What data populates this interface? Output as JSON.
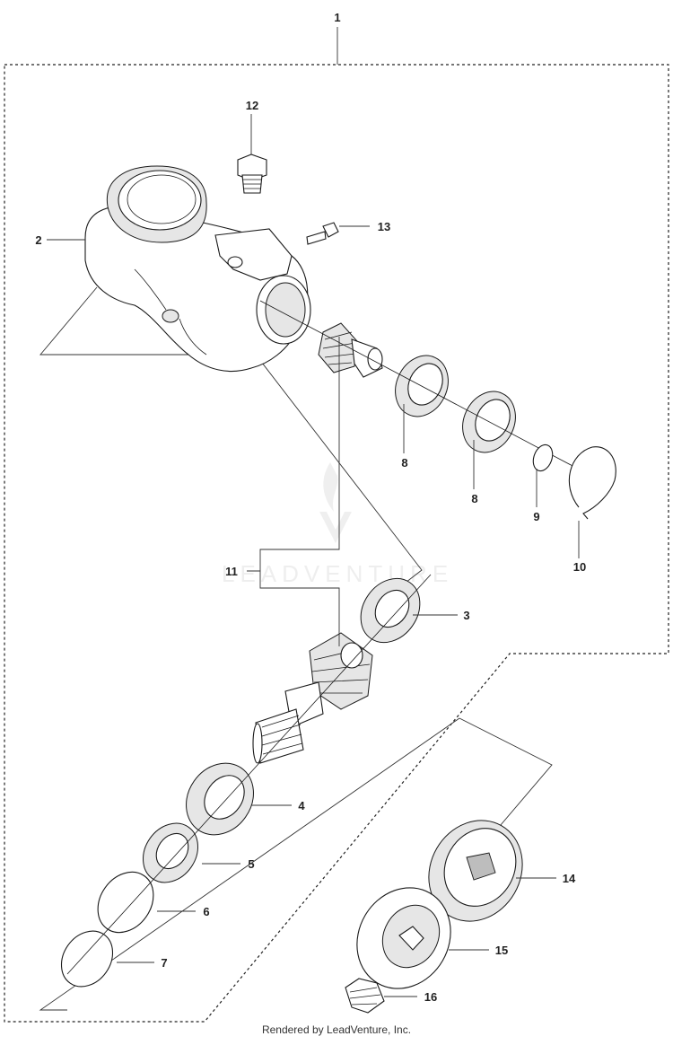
{
  "diagram": {
    "callouts": {
      "c1": "1",
      "c2": "2",
      "c3": "3",
      "c4": "4",
      "c5": "5",
      "c6": "6",
      "c7": "7",
      "c8a": "8",
      "c8b": "8",
      "c9": "9",
      "c10": "10",
      "c11": "11",
      "c12": "12",
      "c13": "13",
      "c14": "14",
      "c15": "15",
      "c16": "16"
    },
    "watermark": "LEADVENTURE"
  },
  "footer": {
    "credit": "Rendered by LeadVenture, Inc."
  },
  "colors": {
    "line": "#1a1a1a",
    "watermark": "#ededed",
    "background": "#ffffff"
  }
}
